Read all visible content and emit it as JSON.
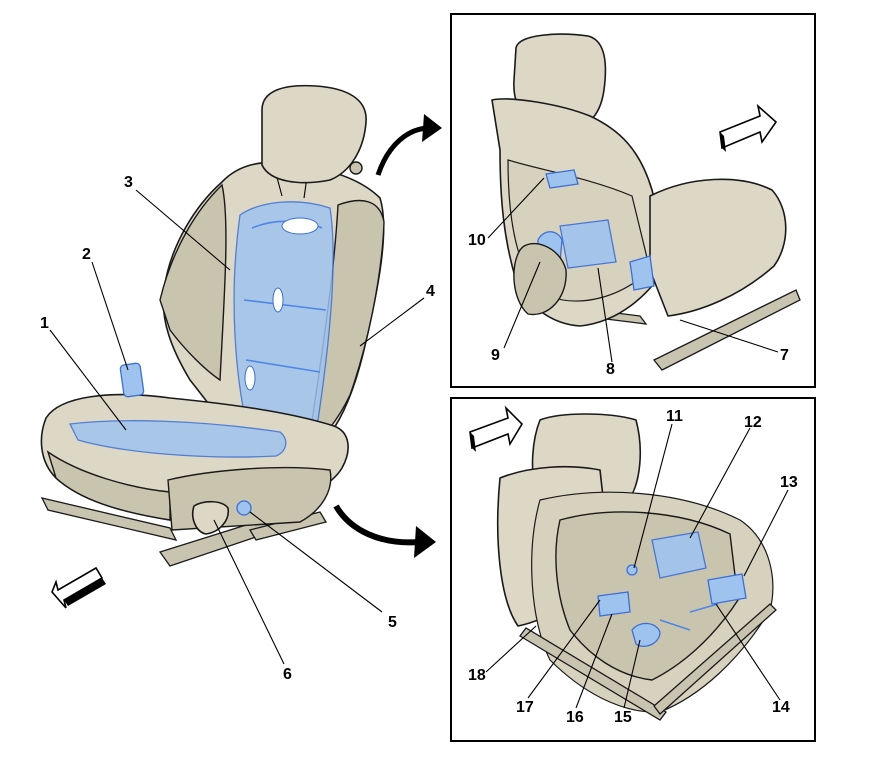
{
  "callouts": [
    "1",
    "2",
    "3",
    "4",
    "5",
    "6",
    "7",
    "8",
    "9",
    "10",
    "11",
    "12",
    "13",
    "14",
    "15",
    "16",
    "17",
    "18"
  ],
  "icons": {
    "curved_arrow": "curved-arrow-icon",
    "direction_arrow": "direction-arrow-icon"
  },
  "colors": {
    "highlight": "#9fc3ef",
    "highlight_stroke": "#3a6fd8",
    "seat_fabric": "#dcd8c5"
  }
}
